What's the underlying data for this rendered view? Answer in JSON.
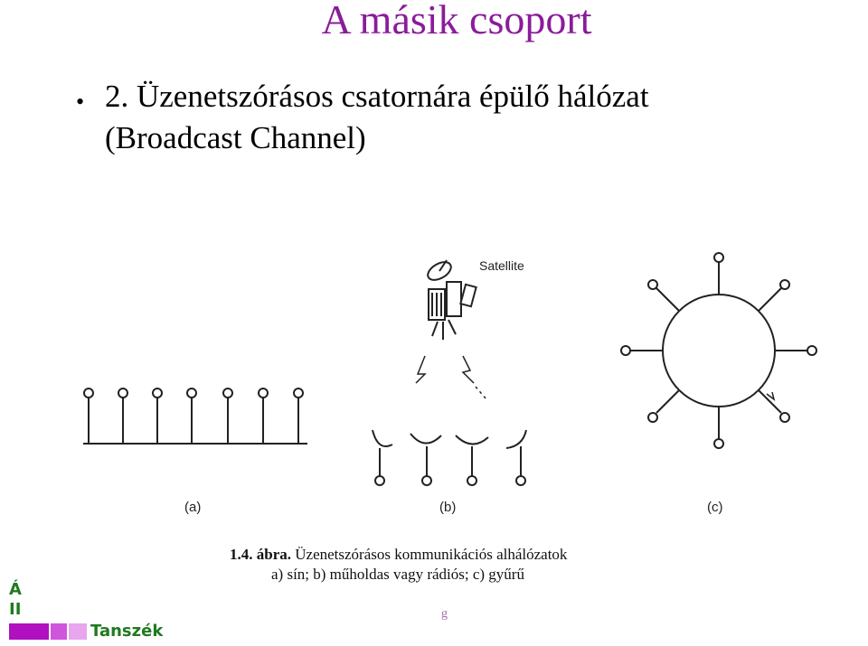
{
  "slide": {
    "title": "A másik csoport",
    "bullet_symbol": "•",
    "bullet_line1": "2. Üzenetszórásos csatornára épülő hálózat",
    "bullet_line2": "(Broadcast Channel)"
  },
  "figure": {
    "satellite_label": "Satellite",
    "panel_a_label": "(a)",
    "panel_b_label": "(b)",
    "panel_c_label": "(c)",
    "caption_number": "1.4. ábra.",
    "caption_line1_rest": " Üzenetszórásos kommunikációs alhálózatok",
    "caption_line2": "a) sín; b) műholdas vagy rádiós; c) gyűrű"
  },
  "footer": {
    "logo_line1": "Á",
    "logo_line2": "II",
    "department": "Tanszék",
    "stray_mark": "g"
  },
  "colors": {
    "title": "#8a1c9a",
    "logo_green": "#1f7a1f",
    "bar_magenta": "#b010c0",
    "bar_light": "#e7a6ee"
  }
}
